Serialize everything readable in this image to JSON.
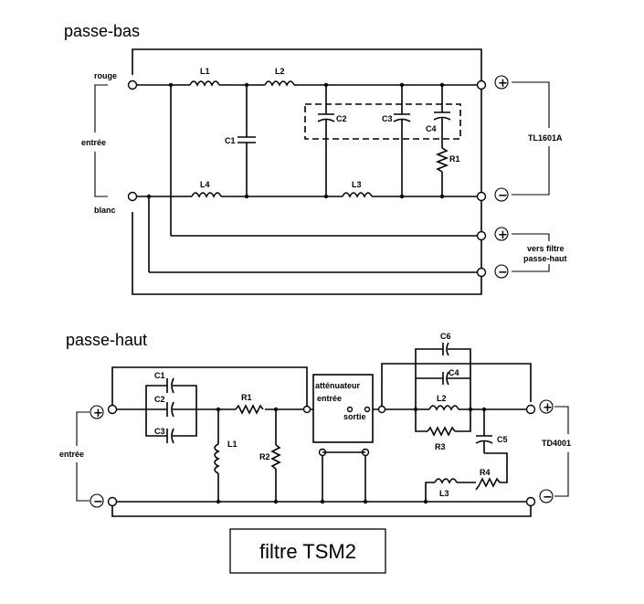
{
  "sections": {
    "low_pass": "passe-bas",
    "high_pass": "passe-haut"
  },
  "title": "filtre TSM2",
  "low_pass": {
    "input_top": "rouge",
    "input_label": "entrée",
    "input_bottom": "blanc",
    "L1": "L1",
    "L2": "L2",
    "L3": "L3",
    "L4": "L4",
    "C1": "C1",
    "C2": "C2",
    "C3": "C3",
    "C4": "C4",
    "R1": "R1",
    "speaker": "TL1601A",
    "to_highpass_line1": "vers filtre",
    "to_highpass_line2": "passe-haut",
    "plus": "+",
    "minus": "−"
  },
  "high_pass": {
    "input_label": "entrée",
    "C1": "C1",
    "C2": "C2",
    "C3": "C3",
    "R1": "R1",
    "L1": "L1",
    "R2": "R2",
    "attenuator_title": "atténuateur",
    "attenuator_in": "entrée",
    "attenuator_out": "sortie",
    "C6": "C6",
    "C4": "C4",
    "L2": "L2",
    "R3": "R3",
    "C5": "C5",
    "R4": "R4",
    "L3": "L3",
    "speaker": "TD4001",
    "plus": "+",
    "minus": "−"
  }
}
